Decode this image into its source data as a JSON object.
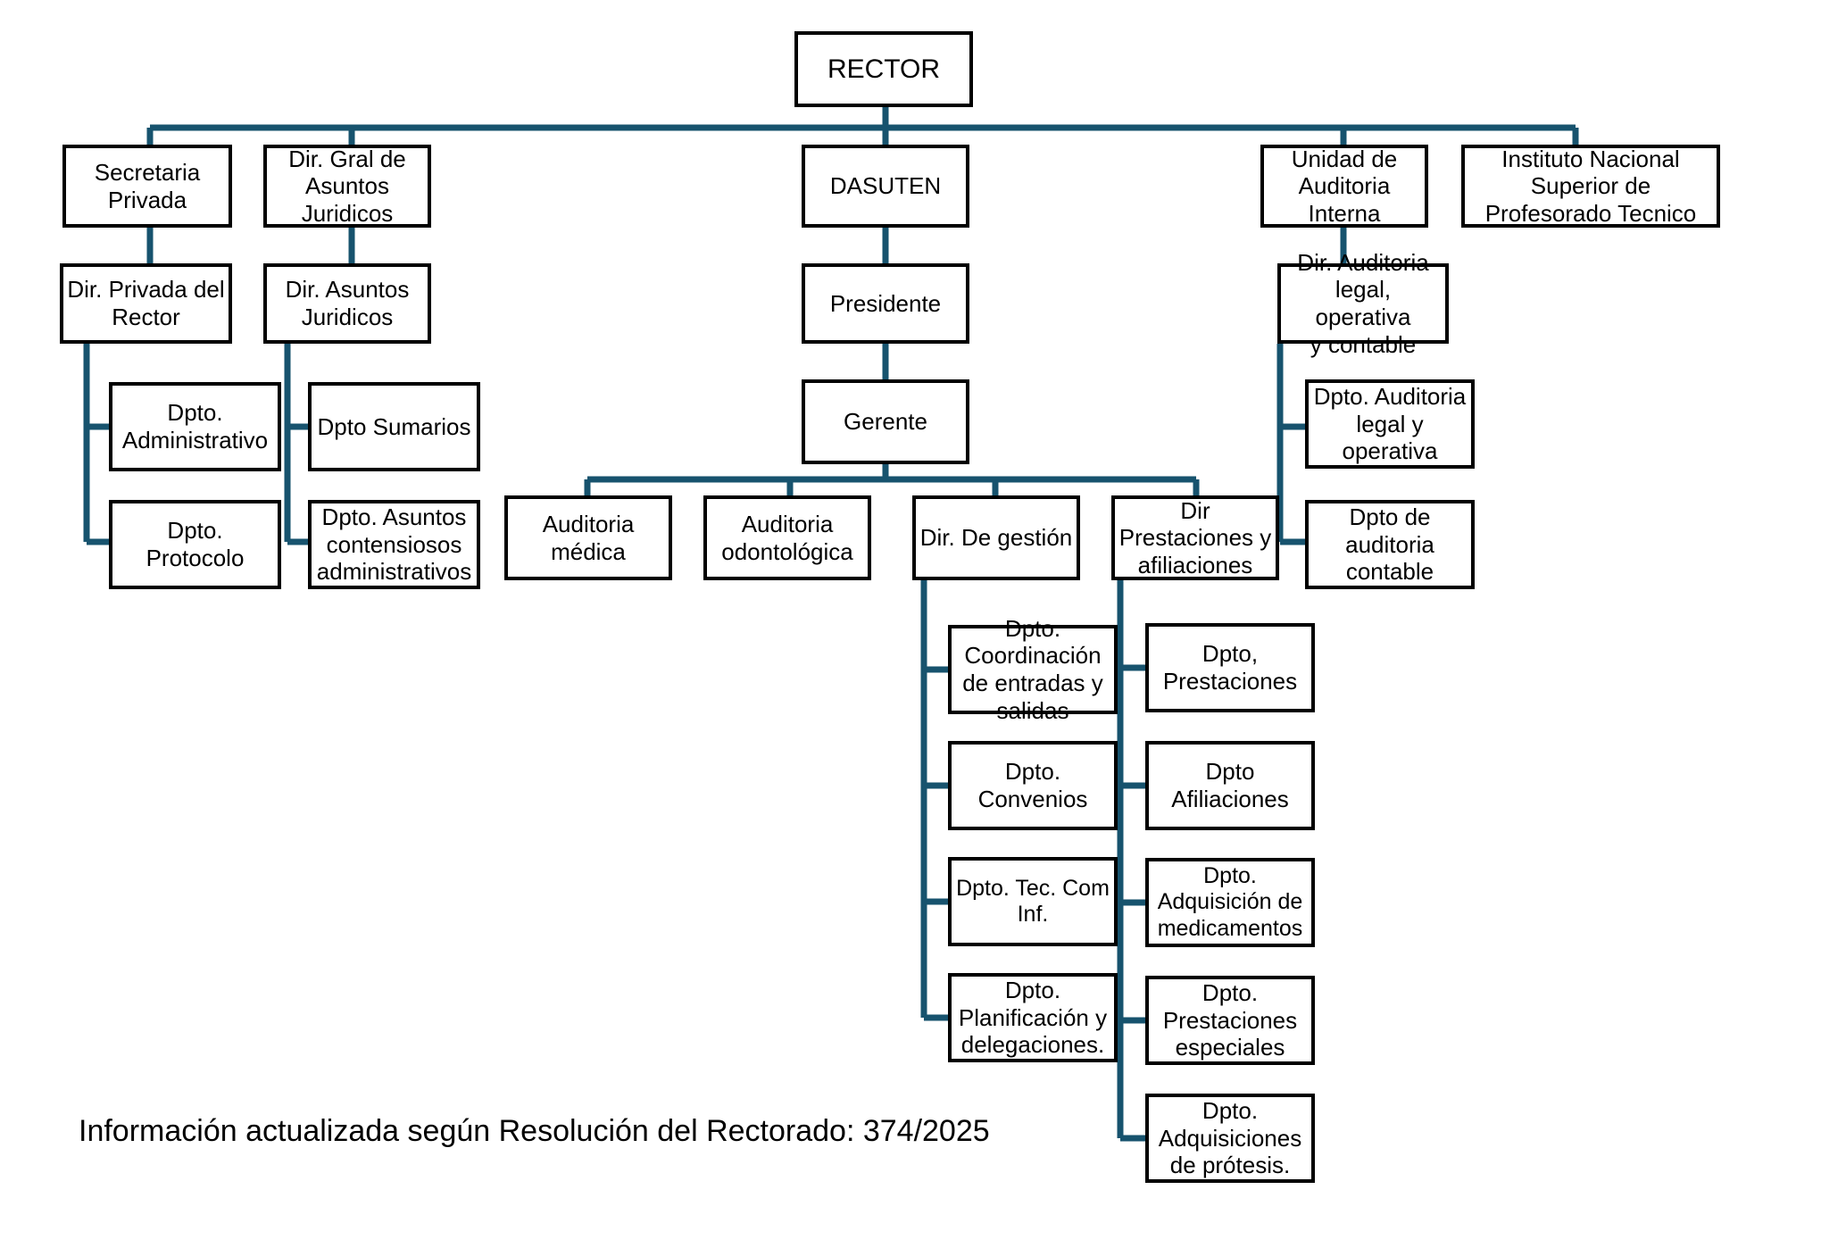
{
  "diagram": {
    "title_text": "RECTOR",
    "caption": "Información actualizada según Resolución del Rectorado: 374/2025",
    "colors": {
      "connector": "#17536E",
      "box_border": "#000000",
      "box_fill": "#FFFFFF",
      "text": "#000000",
      "background": "#FFFFFF"
    },
    "nodes": {
      "rector": "RECTOR",
      "secretaria_privada": "Secretaria\nPrivada",
      "dir_gral_asuntos_juridicos": "Dir. Gral de\nAsuntos\nJuridicos",
      "dasuten": "DASUTEN",
      "unidad_auditoria_interna": "Unidad de\nAuditoria\nInterna",
      "instituto_nacional": "Instituto Nacional\nSuperior de\nProfesorado Tecnico",
      "dir_privada_rector": "Dir. Privada del\nRector",
      "dir_asuntos_juridicos": "Dir. Asuntos\nJuridicos",
      "presidente": "Presidente",
      "dir_auditoria_legal": "Dir. Auditoria\nlegal, operativa\ny contable",
      "dpto_administrativo": "Dpto.\nAdministrativo",
      "dpto_sumarios": "Dpto Sumarios",
      "gerente": "Gerente",
      "dpto_auditoria_legal_operativa": "Dpto. Auditoria\nlegal y\noperativa",
      "dpto_protocolo": "Dpto.\nProtocolo",
      "dpto_asuntos_contensiosos": "Dpto. Asuntos\ncontensiosos\nadministrativos",
      "auditoria_medica": "Auditoria\nmédica",
      "auditoria_odontologica": "Auditoria\nodontológica",
      "dir_de_gestion": "Dir. De gestión",
      "dir_prestaciones_afiliaciones": "Dir\nPrestaciones y\nafiliaciones",
      "dpto_auditoria_contable": "Dpto de\nauditoria\ncontable",
      "dpto_coordinacion": "Dpto.\nCoordinación\nde entradas y\nsalidas",
      "dpto_prestaciones": "Dpto,\nPrestaciones",
      "dpto_convenios": "Dpto.\nConvenios",
      "dpto_afiliaciones": "Dpto\nAfiliaciones",
      "dpto_tec_com_inf": "Dpto. Tec. Com\nInf.",
      "dpto_adquisicion_medicamentos": "Dpto.\nAdquisición de\nmedicamentos",
      "dpto_planificacion": "Dpto.\nPlanificación y\ndelegaciones.",
      "dpto_prestaciones_especiales": "Dpto.\nPrestaciones\nespeciales",
      "dpto_adquisiciones_protesis": "Dpto.\nAdquisiciones\nde prótesis."
    },
    "hierarchy": {
      "RECTOR": [
        "Secretaria Privada",
        "Dir. Gral de Asuntos Juridicos",
        "DASUTEN",
        "Unidad de Auditoria Interna",
        "Instituto Nacional Superior de Profesorado Tecnico"
      ],
      "Secretaria Privada": [
        "Dir. Privada del Rector"
      ],
      "Dir. Privada del Rector": [
        "Dpto. Administrativo",
        "Dpto. Protocolo"
      ],
      "Dir. Gral de Asuntos Juridicos": [
        "Dir. Asuntos Juridicos"
      ],
      "Dir. Asuntos Juridicos": [
        "Dpto Sumarios",
        "Dpto. Asuntos contensiosos administrativos"
      ],
      "DASUTEN": [
        "Presidente"
      ],
      "Presidente": [
        "Gerente"
      ],
      "Gerente": [
        "Auditoria médica",
        "Auditoria odontológica",
        "Dir. De gestión",
        "Dir Prestaciones y afiliaciones"
      ],
      "Dir. De gestión": [
        "Dpto. Coordinación de entradas y salidas",
        "Dpto. Convenios",
        "Dpto. Tec. Com Inf.",
        "Dpto. Planificación y delegaciones."
      ],
      "Dir Prestaciones y afiliaciones": [
        "Dpto, Prestaciones",
        "Dpto Afiliaciones",
        "Dpto. Adquisición de medicamentos",
        "Dpto. Prestaciones especiales",
        "Dpto. Adquisiciones de prótesis."
      ],
      "Unidad de Auditoria Interna": [
        "Dir. Auditoria legal, operativa y contable"
      ],
      "Dir. Auditoria legal, operativa y contable": [
        "Dpto. Auditoria legal y operativa",
        "Dpto de auditoria contable"
      ]
    }
  }
}
